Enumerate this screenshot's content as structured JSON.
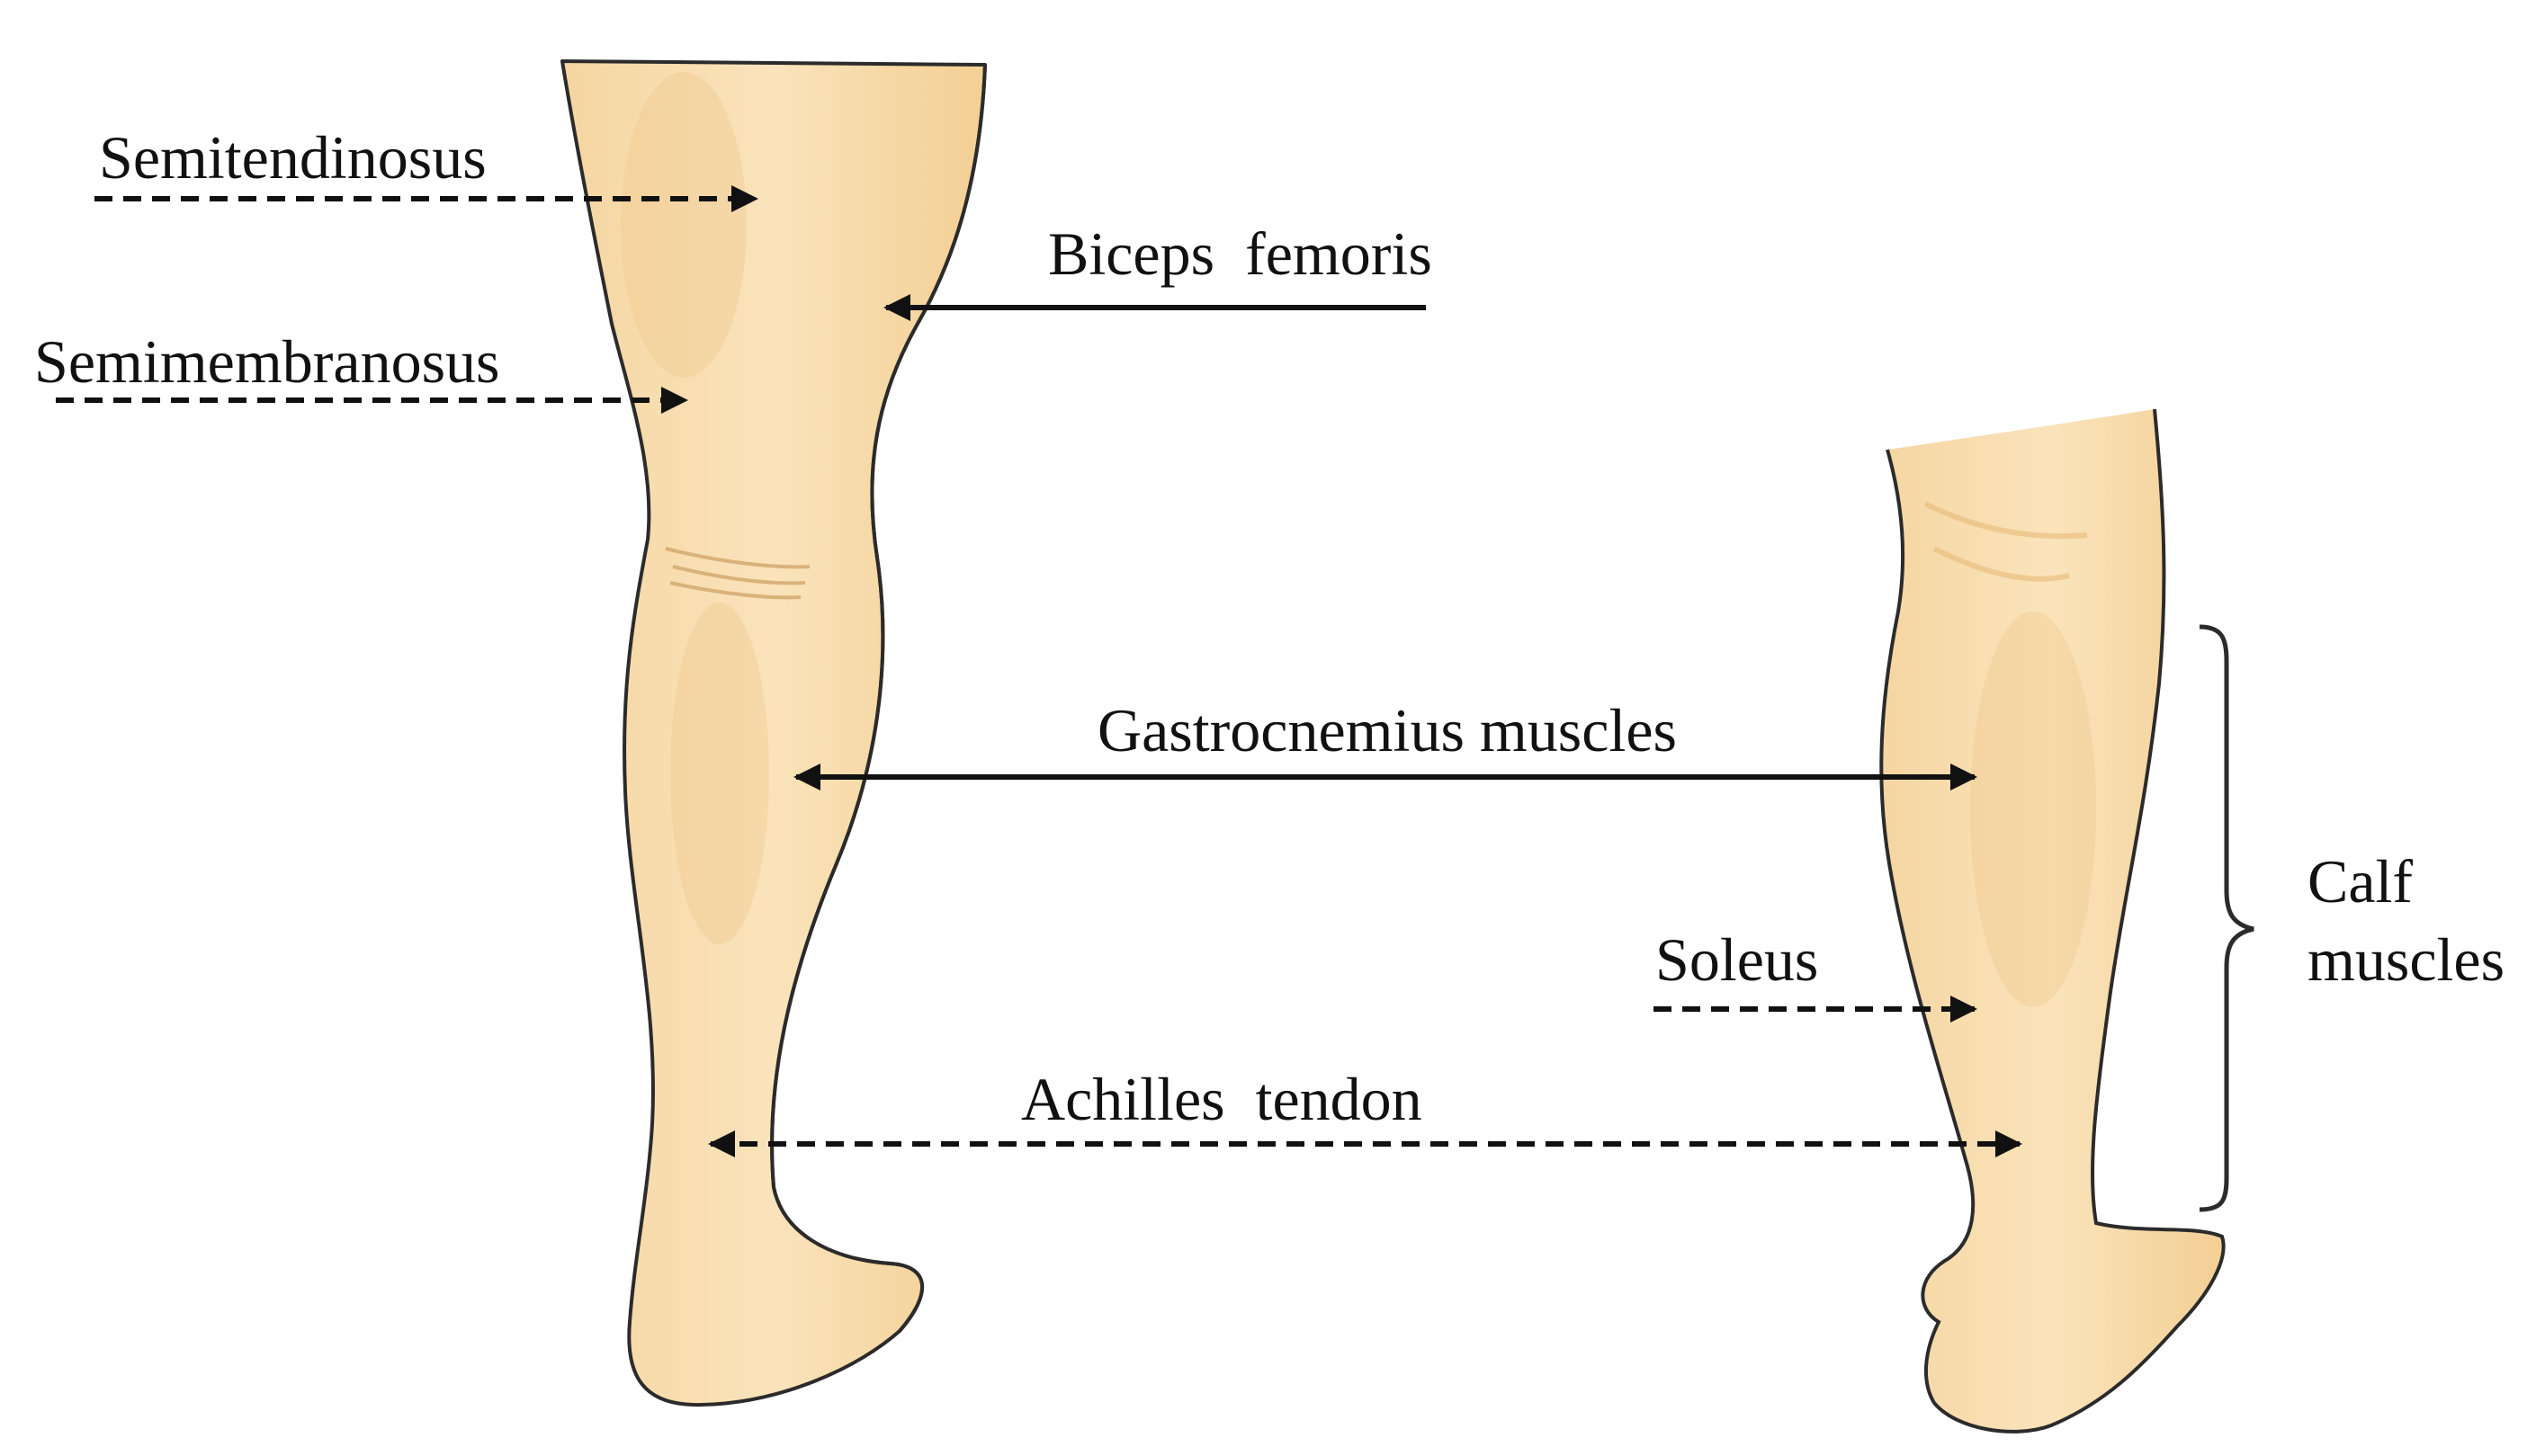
{
  "labels": {
    "semitendinosus": "Semitendinosus",
    "biceps_femoris": "Biceps  femoris",
    "semimembranosus": "Semimembranosus",
    "gastrocnemius": "Gastrocnemius muscles",
    "soleus": "Soleus",
    "achilles": "Achilles  tendon",
    "calf_line1": "Calf",
    "calf_line2": "muscles"
  },
  "colors": {
    "skin": "#f7dcae",
    "skin_shade": "#f0c98a",
    "outline": "#2b2b2b",
    "arrow": "#111111"
  },
  "arrow_styles": {
    "semitendinosus": "dashed",
    "biceps_femoris": "solid",
    "semimembranosus": "dashed",
    "gastrocnemius": "solid",
    "soleus": "dashed",
    "achilles": "dashed"
  }
}
